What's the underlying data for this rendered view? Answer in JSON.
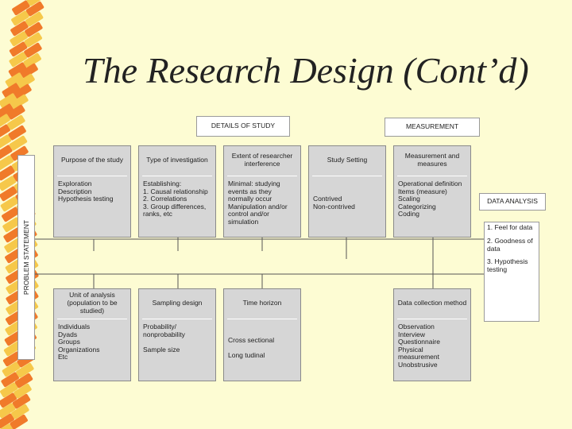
{
  "title": "The Research Design (Cont’d)",
  "colors": {
    "background": "#fdfcd3",
    "deco_orange": "#f07a2a",
    "deco_yellow": "#f6c84a",
    "box_fill": "#d6d6d6"
  },
  "labels": {
    "details": "DETAILS OF STUDY",
    "measurement": "MEASUREMENT",
    "data_analysis": "DATA ANALYSIS",
    "problem_statement": "PROBLEM STATEMENT"
  },
  "top_boxes": [
    {
      "header": "Purpose of the study",
      "body": "Exploration\nDescription\nHypothesis testing"
    },
    {
      "header": "Type of investigation",
      "body": "Establishing:\n1. Causal relationship\n2. Correlations\n3. Group differences,\nranks, etc"
    },
    {
      "header": "Extent of researcher interference",
      "body": "Minimal: studying events as they normally occur\nManipulation and/or control and/or simulation"
    },
    {
      "header": "Study Setting",
      "body": "Contrived\nNon-contrived"
    },
    {
      "header": "Measurement and measures",
      "body": "Operational definition\nItems (measure)\nScaling\nCategorizing\nCoding"
    }
  ],
  "bottom_boxes": [
    {
      "header": "Unit of analysis (population to be studied)",
      "body": "Individuals\nDyads\nGroups\nOrganizations\nEtc"
    },
    {
      "header": "Sampling design",
      "body": "Probability/\nnonprobability\n\nSample size"
    },
    {
      "header": "Time horizon",
      "body": "Cross sectional\n\nLong tudinal"
    },
    {
      "header": "Data collection method",
      "body": "Observation\nInterview\nQuestionnaire\nPhysical\nmeasurement\nUnobstrusive"
    }
  ],
  "analysis_items": [
    "1. Feel for data",
    "2. Goodness of data",
    "3. Hypothesis testing"
  ]
}
